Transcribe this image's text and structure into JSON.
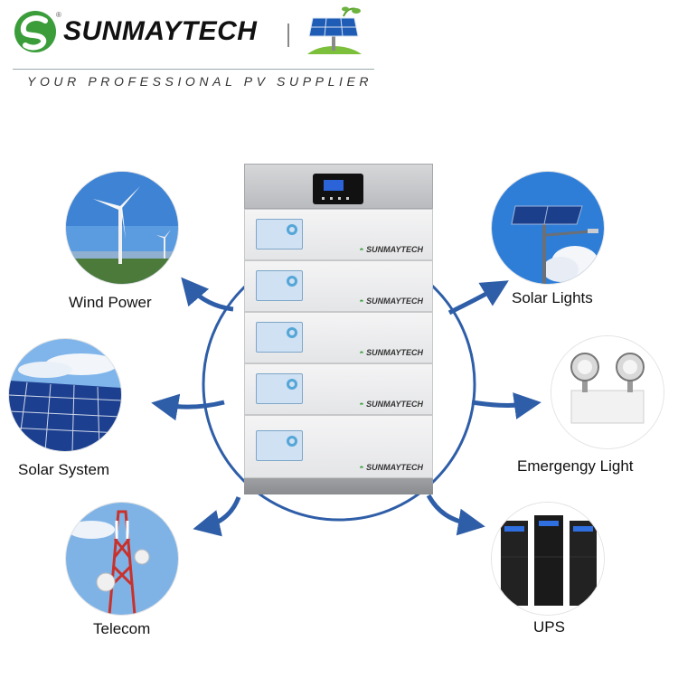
{
  "header": {
    "brand": "SUNMAYTECH",
    "registered": "®",
    "tagline": "YOUR PROFESSIONAL PV SUPPLIER",
    "logo_icon": "sunmaytech-logo-icon",
    "panel_icon": "solar-panel-plant-icon"
  },
  "battery": {
    "module_brand": "SUNMAYTECH",
    "module_count": 5,
    "accent": "#2f5ea8"
  },
  "applications": [
    {
      "label": "Wind Power",
      "icon": "wind-turbine-icon"
    },
    {
      "label": "Solar Lights",
      "icon": "solar-street-light-icon"
    },
    {
      "label": "Solar System",
      "icon": "solar-panel-array-icon"
    },
    {
      "label": "Emergengy Light",
      "icon": "emergency-light-icon"
    },
    {
      "label": "Telecom",
      "icon": "telecom-tower-icon"
    },
    {
      "label": "UPS",
      "icon": "ups-cabinet-icon"
    }
  ],
  "colors": {
    "arrow_blue": "#2f5ea8",
    "brand_green": "#3a9d3a",
    "sky_blue": "#4f8fd6"
  }
}
